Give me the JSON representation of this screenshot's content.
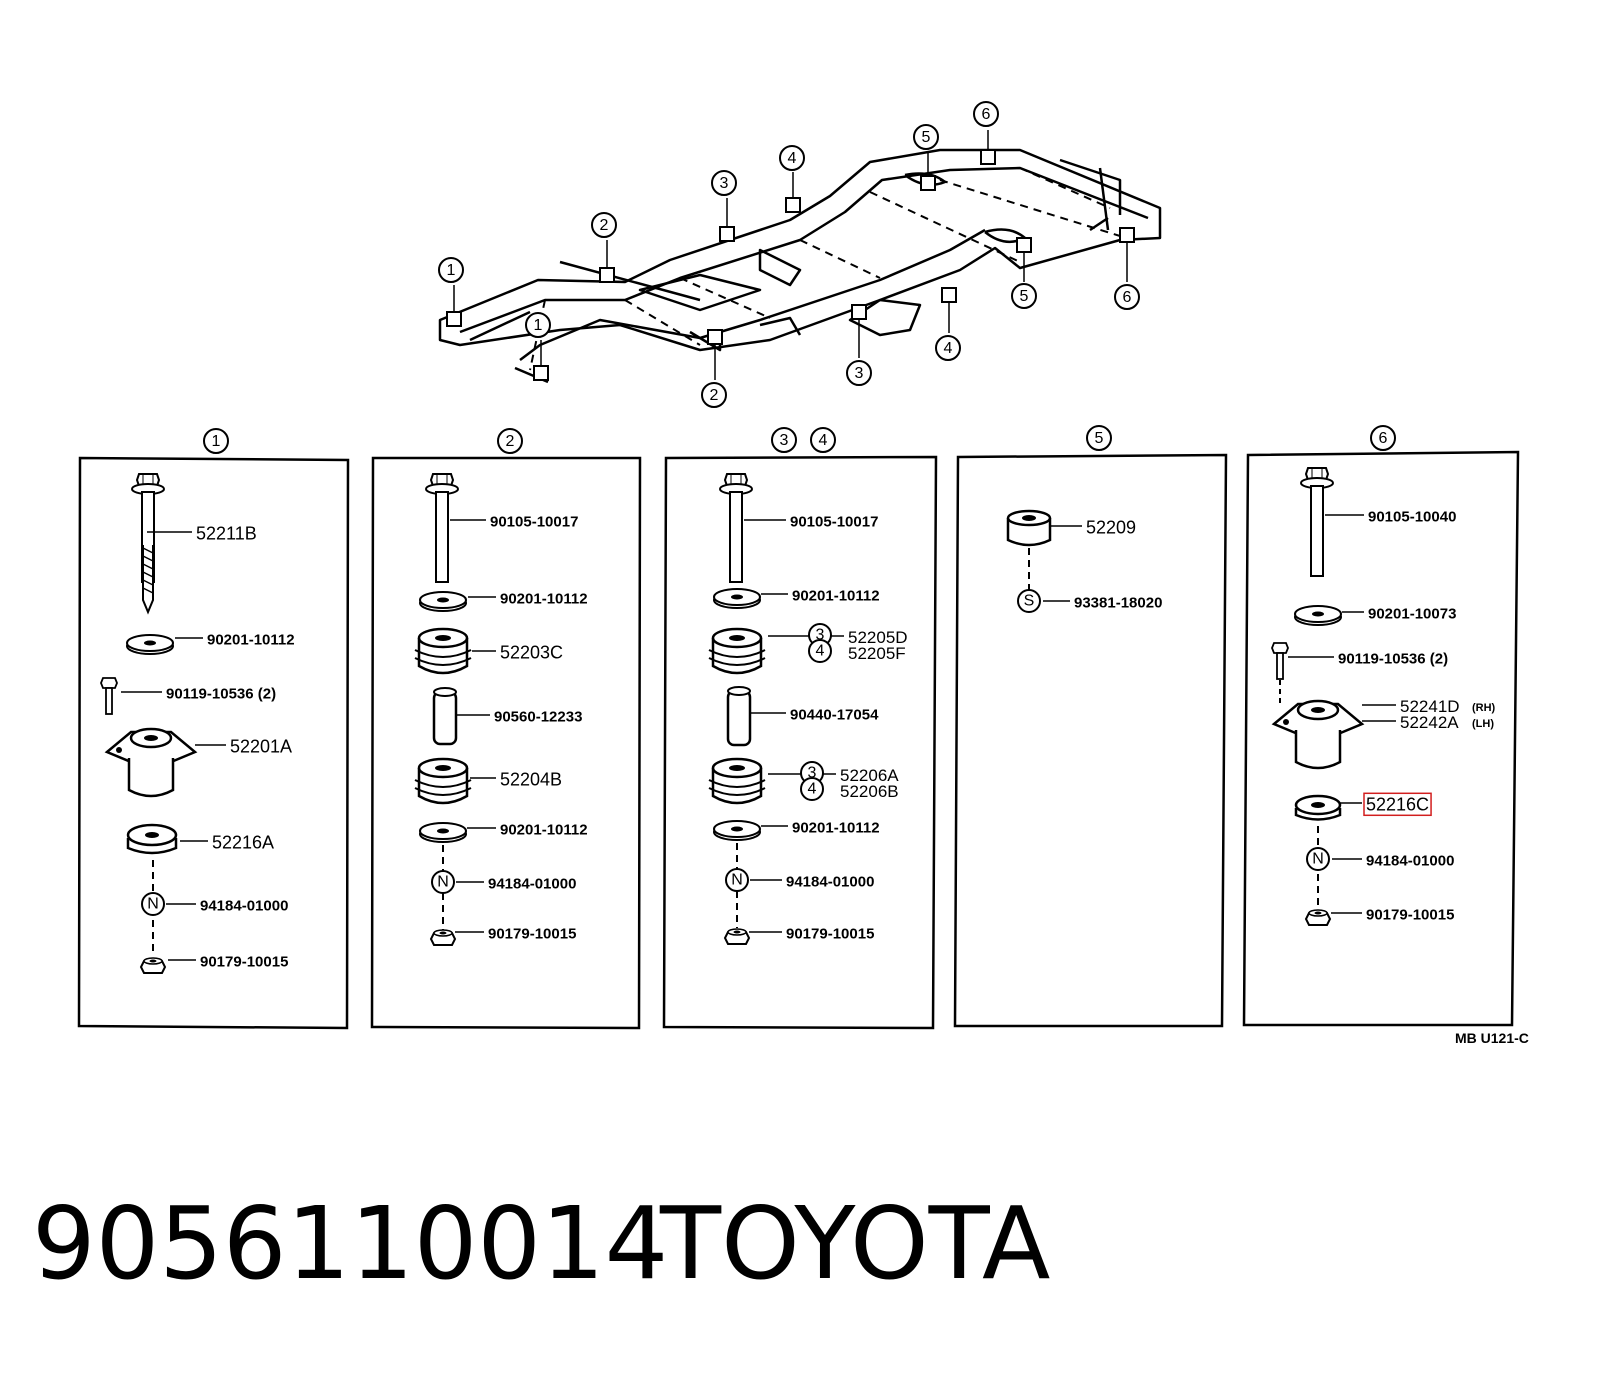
{
  "frame_callouts": [
    "1",
    "2",
    "3",
    "4",
    "5",
    "6"
  ],
  "panels": [
    {
      "header": [
        "1"
      ],
      "parts": [
        {
          "label": "52211B"
        },
        {
          "label": "90201-10112"
        },
        {
          "label": "90119-10536 (2)"
        },
        {
          "label": "52201A"
        },
        {
          "label": "52216A"
        },
        {
          "label": "94184-01000",
          "symbol": "N"
        },
        {
          "label": "90179-10015"
        }
      ]
    },
    {
      "header": [
        "2"
      ],
      "parts": [
        {
          "label": "90105-10017"
        },
        {
          "label": "90201-10112"
        },
        {
          "label": "52203C"
        },
        {
          "label": "90560-12233"
        },
        {
          "label": "52204B"
        },
        {
          "label": "90201-10112"
        },
        {
          "label": "94184-01000",
          "symbol": "N"
        },
        {
          "label": "90179-10015"
        }
      ]
    },
    {
      "header": [
        "3",
        "4"
      ],
      "parts": [
        {
          "label": "90105-10017"
        },
        {
          "label": "90201-10112"
        },
        {
          "label": "52205D",
          "mark": "3"
        },
        {
          "label": "52205F",
          "mark": "4"
        },
        {
          "label": "90440-17054"
        },
        {
          "label": "52206A",
          "mark": "3"
        },
        {
          "label": "52206B",
          "mark": "4"
        },
        {
          "label": "90201-10112"
        },
        {
          "label": "94184-01000",
          "symbol": "N"
        },
        {
          "label": "90179-10015"
        }
      ]
    },
    {
      "header": [
        "5"
      ],
      "parts": [
        {
          "label": "52209"
        },
        {
          "label": "93381-18020",
          "symbol": "S"
        }
      ]
    },
    {
      "header": [
        "6"
      ],
      "parts": [
        {
          "label": "90105-10040"
        },
        {
          "label": "90201-10073"
        },
        {
          "label": "90119-10536 (2)"
        },
        {
          "label": "52241D",
          "side": "(RH)"
        },
        {
          "label": "52242A",
          "side": "(LH)"
        },
        {
          "label": "52216C",
          "highlighted": true
        },
        {
          "label": "94184-01000",
          "symbol": "N"
        },
        {
          "label": "90179-10015"
        }
      ]
    }
  ],
  "highlight_color": "#d21e1e",
  "diagram_code": "MB  U121-C",
  "footer": {
    "part_number": "9056110014",
    "brand": "TOYOTA"
  }
}
